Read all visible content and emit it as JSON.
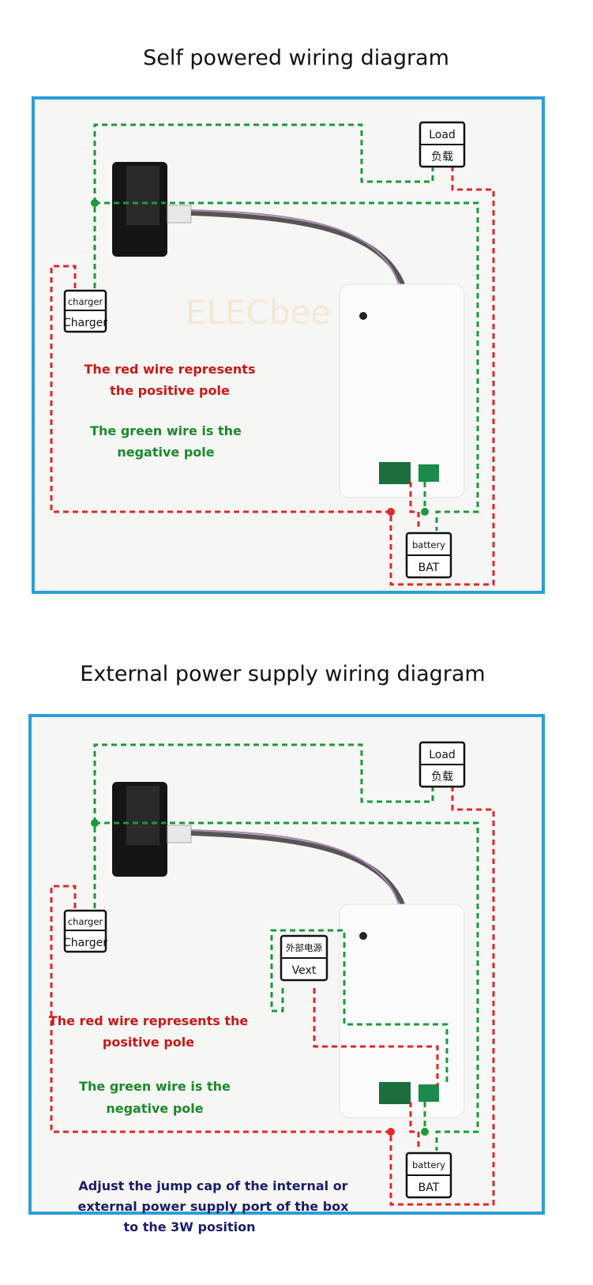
{
  "diagrams": [
    {
      "title": "Self powered wiring diagram",
      "load": {
        "top": "Load",
        "bottom": "负载"
      },
      "charger": {
        "top": "charger",
        "bottom": "Charger"
      },
      "battery": {
        "top": "battery",
        "bottom": "BAT"
      },
      "red_note": [
        "The red wire represents",
        "the positive pole"
      ],
      "green_note": [
        "The green wire is the",
        "negative pole"
      ]
    },
    {
      "title": "External power supply wiring diagram",
      "load": {
        "top": "Load",
        "bottom": "负载"
      },
      "charger": {
        "top": "charger",
        "bottom": "Charger"
      },
      "battery": {
        "top": "battery",
        "bottom": "BAT"
      },
      "vext": {
        "top": "外部电源",
        "bottom": "Vext"
      },
      "red_note": [
        "The red wire represents the",
        "positive pole"
      ],
      "green_note": [
        "The green wire is the",
        "negative pole"
      ],
      "jump_note": [
        "Adjust the jump cap of the internal or",
        "external power supply port of the box",
        "to the 3W position"
      ]
    }
  ],
  "watermark": "ELECbee",
  "colors": {
    "positive": "#e0282a",
    "negative": "#1a9a3a",
    "frame": "#2a9fd8"
  }
}
